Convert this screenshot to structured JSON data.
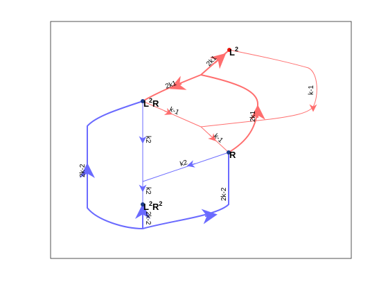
{
  "colors": {
    "red": "#ff6e6e",
    "blue": "#6a6aff",
    "node_red": "#e8140a",
    "node_blue": "#1a3a8a"
  },
  "nodes": [
    {
      "id": "L2",
      "base": "L",
      "sup": "2",
      "rest": "",
      "color": "#e8140a"
    },
    {
      "id": "L2R",
      "base": "L",
      "sup": "2",
      "rest": "R",
      "color": "#1a3a8a"
    },
    {
      "id": "R",
      "base": "",
      "sup": "",
      "rest": "R",
      "color": "#1a3a8a"
    },
    {
      "id": "L2R2",
      "base": "L",
      "sup": "2",
      "rest": "R",
      "sup2": "2",
      "color": "#1a3a8a"
    }
  ],
  "edge_labels": {
    "l2_in": "2k1",
    "upper_left": "2k1",
    "right_up": "2k1",
    "loop_right": "k-1",
    "l2r_to_mid": "k-1",
    "mid_to_r": "k-1",
    "l2r_down": "k2",
    "r_to_mid": "k2",
    "down_to_l2r2": "k2",
    "left_loop": "2k-2",
    "r_down": "2k-2",
    "below_l2r2": "2k-2"
  }
}
